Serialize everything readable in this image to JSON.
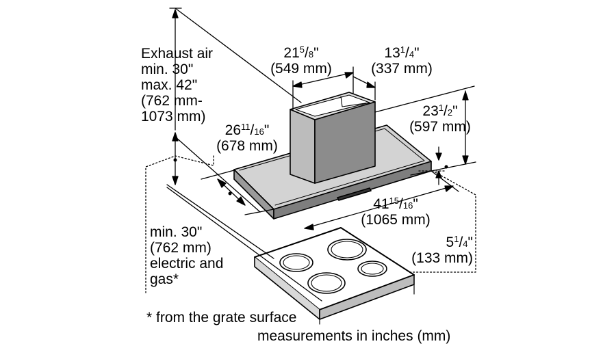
{
  "exhaust": {
    "lines": [
      "Exhaust air",
      "min. 30\"",
      "max. 42\"",
      "(762 mm-",
      "1073 mm)"
    ]
  },
  "chimney_width": {
    "whole": "21",
    "num": "5",
    "den": "8",
    "suffix": "\"",
    "mm": "(549 mm)"
  },
  "chimney_depth": {
    "whole": "13",
    "num": "1",
    "den": "4",
    "suffix": "\"",
    "mm": "(337 mm)"
  },
  "hood_depth_left": {
    "whole": "26",
    "num": "11",
    "den": "16",
    "suffix": "\"",
    "mm": "(678 mm)"
  },
  "hood_depth_right": {
    "whole": "23",
    "num": "1",
    "den": "2",
    "suffix": "\"",
    "mm": "(597 mm)"
  },
  "hood_width": {
    "whole": "41",
    "num": "15",
    "den": "16",
    "suffix": "\"",
    "mm": "(1065 mm)"
  },
  "hood_height": {
    "whole": "5",
    "num": "1",
    "den": "4",
    "suffix": "\"",
    "mm": "(133 mm)"
  },
  "clearance": {
    "lines": [
      "min. 30\"",
      "(762 mm)",
      "electric and",
      "gas*"
    ]
  },
  "footnote": "* from the grate surface",
  "units_note": "measurements in inches (mm)"
}
